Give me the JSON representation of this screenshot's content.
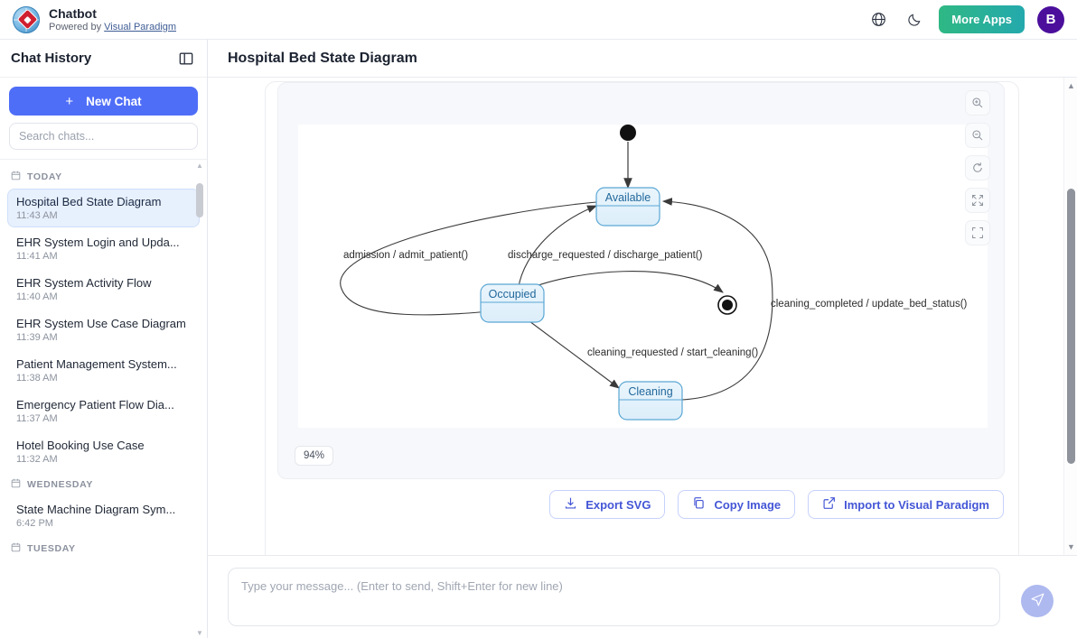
{
  "topbar": {
    "brand_title": "Chatbot",
    "brand_sub_prefix": "Powered by ",
    "brand_sub_link": "Visual Paradigm",
    "language_icon": "globe-icon",
    "theme_icon": "moon-icon",
    "more_apps_label": "More Apps",
    "avatar_initial": "B"
  },
  "sidebar": {
    "title": "Chat History",
    "toggle_icon": "panel-toggle-icon",
    "new_chat_label": "New Chat",
    "new_chat_plus": "+",
    "search_placeholder": "Search chats...",
    "groups": [
      {
        "label": "TODAY",
        "items": [
          {
            "name": "Hospital Bed State Diagram",
            "time": "11:43 AM",
            "active": true
          },
          {
            "name": "EHR System Login and Upda...",
            "time": "11:41 AM",
            "active": false
          },
          {
            "name": "EHR System Activity Flow",
            "time": "11:40 AM",
            "active": false
          },
          {
            "name": "EHR System Use Case Diagram",
            "time": "11:39 AM",
            "active": false
          },
          {
            "name": "Patient Management System...",
            "time": "11:38 AM",
            "active": false
          },
          {
            "name": "Emergency Patient Flow Dia...",
            "time": "11:37 AM",
            "active": false
          },
          {
            "name": "Hotel Booking Use Case",
            "time": "11:32 AM",
            "active": false
          }
        ]
      },
      {
        "label": "WEDNESDAY",
        "items": [
          {
            "name": "State Machine Diagram Sym...",
            "time": "6:42 PM",
            "active": false
          }
        ]
      },
      {
        "label": "TUESDAY",
        "items": []
      }
    ]
  },
  "main": {
    "title": "Hospital Bed State Diagram",
    "zoom_level": "94%",
    "tools": [
      {
        "icon": "zoom-in-icon",
        "name": "zoom-in-button"
      },
      {
        "icon": "zoom-out-icon",
        "name": "zoom-out-button"
      },
      {
        "icon": "reset-rotate-icon",
        "name": "reset-view-button"
      },
      {
        "icon": "expand-arrows-icon",
        "name": "fit-to-screen-button"
      },
      {
        "icon": "fullscreen-corners-icon",
        "name": "fullscreen-button"
      }
    ],
    "actions": [
      {
        "label": "Export SVG",
        "icon": "download-icon"
      },
      {
        "label": "Copy Image",
        "icon": "copy-icon"
      },
      {
        "label": "Import to Visual Paradigm",
        "icon": "external-link-icon"
      }
    ]
  },
  "diagram": {
    "type": "state-machine",
    "states": [
      {
        "id": "available",
        "label": "Available"
      },
      {
        "id": "occupied",
        "label": "Occupied"
      },
      {
        "id": "cleaning",
        "label": "Cleaning"
      }
    ],
    "pseudostates": [
      {
        "id": "initial",
        "kind": "initial"
      },
      {
        "id": "final",
        "kind": "final"
      }
    ],
    "transitions": [
      {
        "from": "initial",
        "to": "available",
        "label": ""
      },
      {
        "from": "available",
        "to": "occupied",
        "label": "admission / admit_patient()"
      },
      {
        "from": "occupied",
        "to": "available",
        "label": "discharge_requested / discharge_patient()"
      },
      {
        "from": "occupied",
        "to": "cleaning",
        "label": "cleaning_requested / start_cleaning()"
      },
      {
        "from": "cleaning",
        "to": "available",
        "label": "cleaning_completed / update_bed_status()"
      },
      {
        "from": "occupied",
        "to": "final",
        "label": ""
      }
    ],
    "state_fill": "#e4f1fb",
    "state_stroke": "#5aa7d4",
    "state_text": "#21689c",
    "edge_color": "#444444"
  },
  "composer": {
    "placeholder": "Type your message... (Enter to send, Shift+Enter for new line)",
    "value": "",
    "send_icon": "send-paper-plane-icon"
  }
}
